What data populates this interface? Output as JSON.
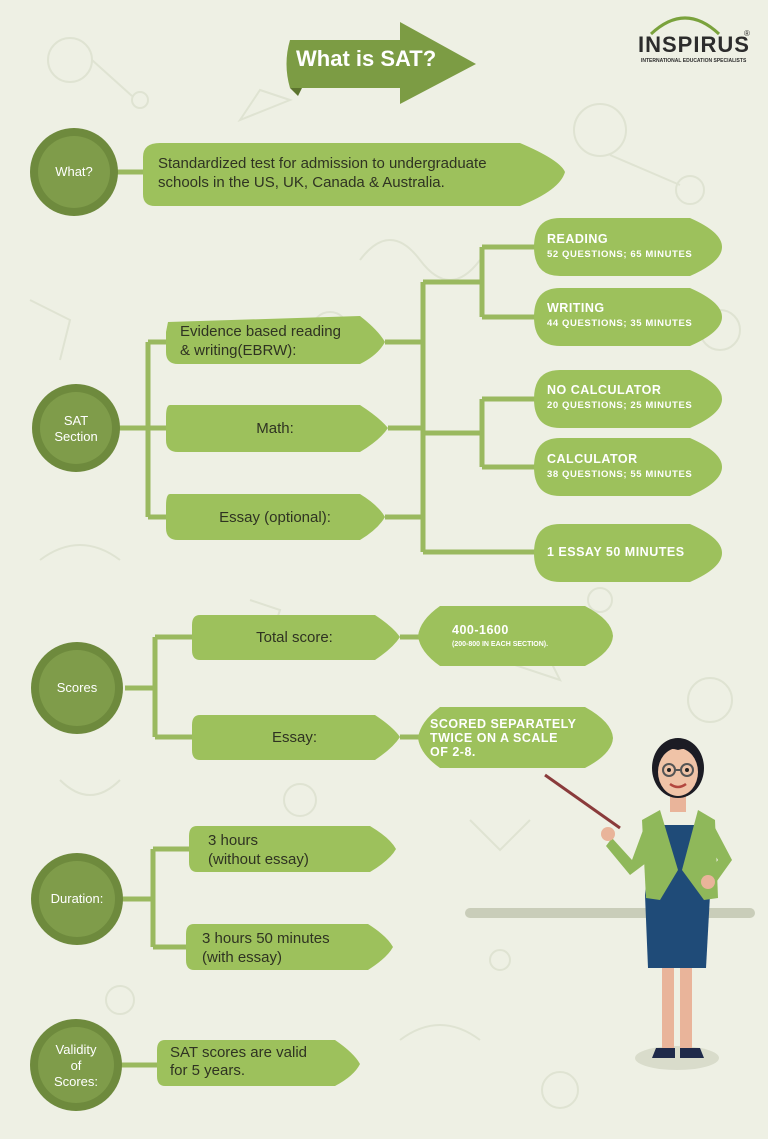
{
  "title": "What is SAT?",
  "logo": {
    "name": "INSPIRUS",
    "reg": "®",
    "tagline": "INTERNATIONAL EDUCATION SPECIALISTS"
  },
  "what": {
    "label": "What?",
    "text_line1": "Standardized test for admission to undergraduate",
    "text_line2": "schools in the US, UK, Canada & Australia."
  },
  "sections": {
    "label_line1": "SAT",
    "label_line2": "Section",
    "ebrw_line1": "Evidence based reading",
    "ebrw_line2": "& writing(EBRW):",
    "math": "Math:",
    "essay": "Essay (optional):",
    "reading": {
      "title": "READING",
      "sub": "52 QUESTIONS; 65 MINUTES"
    },
    "writing": {
      "title": "WRITING",
      "sub": "44 QUESTIONS; 35 MINUTES"
    },
    "no_calc": {
      "title": "NO CALCULATOR",
      "sub": "20 QUESTIONS; 25 MINUTES"
    },
    "calc": {
      "title": "CALCULATOR",
      "sub": "38 QUESTIONS; 55 MINUTES"
    },
    "essay_time": "1 ESSAY 50 MINUTES"
  },
  "scores": {
    "label": "Scores",
    "total_label": "Total score:",
    "total_value": "400-1600",
    "total_note": "(200-800 IN EACH SECTION).",
    "essay_label": "Essay:",
    "essay_line1": "SCORED SEPARATELY",
    "essay_line2": "TWICE ON A SCALE",
    "essay_line3": "OF 2-8."
  },
  "duration": {
    "label": "Duration:",
    "a_line1": "3 hours",
    "a_line2": "(without essay)",
    "b_line1": "3 hours 50 minutes",
    "b_line2": "(with essay)"
  },
  "validity": {
    "label_line1": "Validity",
    "label_line2": "of",
    "label_line3": "Scores:",
    "text_line1": "SAT scores are valid",
    "text_line2": "for 5 years."
  },
  "colors": {
    "background": "#eef0e4",
    "leaf": "#9dc15c",
    "circle": "#6e8a3d",
    "line": "#9ab95f",
    "title_arrow": "#7c9c44"
  }
}
